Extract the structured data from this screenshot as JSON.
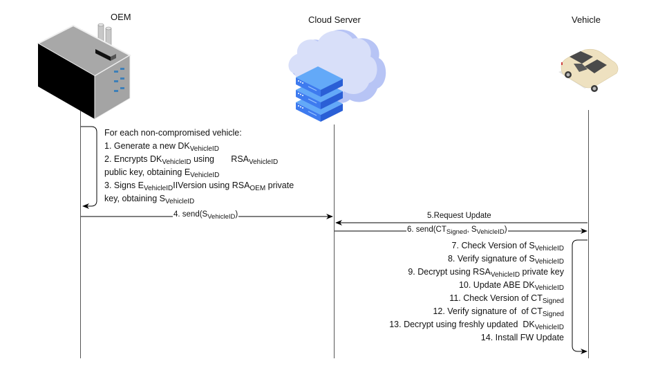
{
  "actors": {
    "oem": {
      "label": "OEM",
      "icon": "factory-icon"
    },
    "server": {
      "label": "Cloud Server",
      "icon": "cloud-server-icon"
    },
    "vehicle": {
      "label": "Vehicle",
      "icon": "car-icon"
    }
  },
  "oem_steps": {
    "intro": "For each non-compromised vehicle:",
    "s1_pre": "1. Generate a new DK",
    "s1_sub": "VehicleID",
    "s2_pre": "2. Encrypts DK",
    "s2_sub": "VehicleID",
    "s2_mid": " using       RSA",
    "s2_sub2": "VehicleID",
    "s2b_pre": "public key, obtaining E",
    "s2b_sub": "VehicleID",
    "s3_pre": "3. Signs E",
    "s3_sub": "VehicleID",
    "s3_mid": "IIVersion using RSA",
    "s3_sub2": "OEM",
    "s3_post": " private",
    "s3b_pre": "key, obtaining S",
    "s3b_sub": "VehicleID"
  },
  "messages": {
    "m4_pre": "4. send(S",
    "m4_sub": "VehicleID",
    "m4_post": ")",
    "m5": "5.Request Update",
    "m6_pre": "6. send(CT",
    "m6_sub": "Signed",
    "m6_mid": ", S",
    "m6_sub2": "VehicleID",
    "m6_post": ")"
  },
  "vehicle_steps": [
    {
      "pre": "7. Check Version of S",
      "sub": "VehicleID",
      "post": ""
    },
    {
      "pre": "8. Verify signature of S",
      "sub": "VehicleID",
      "post": ""
    },
    {
      "pre": "9. Decrypt using RSA",
      "sub": "VehicleID",
      "post": " private key"
    },
    {
      "pre": "10. Update ABE DK",
      "sub": "VehicleID",
      "post": ""
    },
    {
      "pre": "11. Check Version of CT",
      "sub": "Signed",
      "post": ""
    },
    {
      "pre": "12. Verify signature of  of CT",
      "sub": "Signed",
      "post": ""
    },
    {
      "pre": "13. Decrypt using freshly updated  DK",
      "sub": "VehicleID",
      "post": ""
    },
    {
      "pre": "14. Install FW Update",
      "sub": "",
      "post": ""
    }
  ],
  "colors": {
    "line": "#555555",
    "server_blue": "#4f8ef7",
    "cloud": "#c9d4f7",
    "car_body": "#eee1c0"
  }
}
